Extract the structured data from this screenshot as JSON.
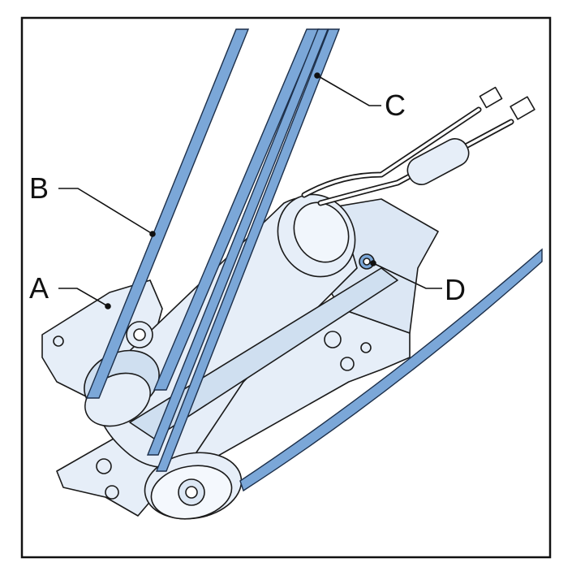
{
  "figure": {
    "colors": {
      "frame": "#111111",
      "belt_fill": "#7ba7d8",
      "belt_edge": "#1c2f4a",
      "part_fill": "#e6eef8",
      "part_shade": "#cfdff0",
      "line": "#1a1a1a"
    },
    "callouts": [
      {
        "id": "A",
        "label": "A"
      },
      {
        "id": "B",
        "label": "B"
      },
      {
        "id": "C",
        "label": "C"
      },
      {
        "id": "D",
        "label": "D"
      }
    ]
  }
}
